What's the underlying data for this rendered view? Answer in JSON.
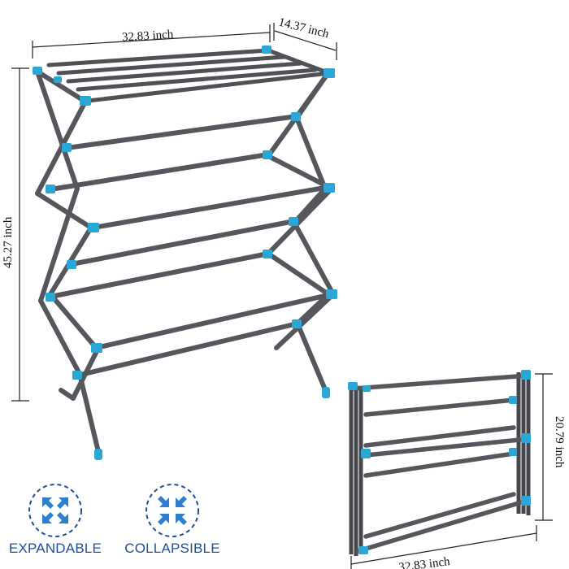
{
  "dimensions": {
    "expanded_width": "32.83 inch",
    "depth": "14.37 inch",
    "expanded_height": "45.27 inch",
    "folded_height": "20.79 inch",
    "folded_width": "32.83 inch"
  },
  "features": {
    "expandable": "EXPANDABLE",
    "collapsible": "COLLAPSIBLE"
  },
  "colors": {
    "frame": "#55575c",
    "frame_dark": "#3a3c40",
    "connector": "#2aa7d6",
    "badge_ring": "#1f4f9a",
    "badge_icon": "#2f7fd0",
    "dimension_line": "#222222"
  },
  "icons": {
    "expand_badge": "expand-arrows-icon",
    "collapse_badge": "collapse-arrows-icon"
  }
}
